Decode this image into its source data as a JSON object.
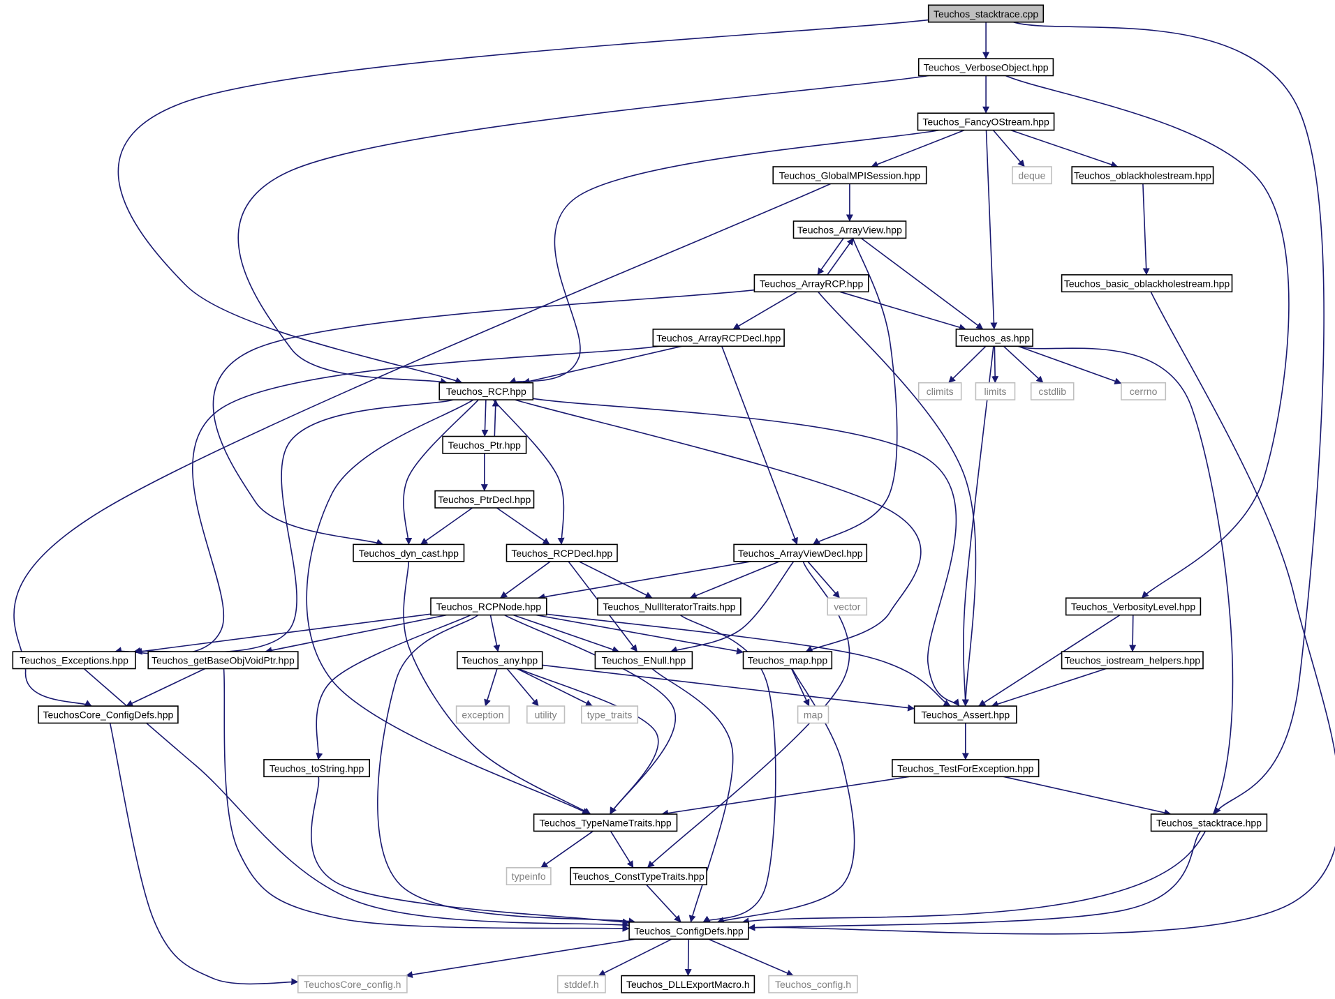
{
  "colors": {
    "edge": "#191970",
    "root_fill": "#bfbfbf",
    "file_fill": "#ffffff",
    "file_border": "#000000",
    "external_border": "#bfbfbf",
    "external_text": "#808080"
  },
  "nodes": [
    {
      "id": "stacktrace_cpp",
      "label": "Teuchos_stacktrace.cpp",
      "kind": "root"
    },
    {
      "id": "verboseobject",
      "label": "Teuchos_VerboseObject.hpp",
      "kind": "file"
    },
    {
      "id": "fancyostream",
      "label": "Teuchos_FancyOStream.hpp",
      "kind": "file"
    },
    {
      "id": "globalmpisession",
      "label": "Teuchos_GlobalMPISession.hpp",
      "kind": "file"
    },
    {
      "id": "deque",
      "label": "deque",
      "kind": "external"
    },
    {
      "id": "oblackholestream",
      "label": "Teuchos_oblackholestream.hpp",
      "kind": "file"
    },
    {
      "id": "arrayview",
      "label": "Teuchos_ArrayView.hpp",
      "kind": "file"
    },
    {
      "id": "arrayrcp",
      "label": "Teuchos_ArrayRCP.hpp",
      "kind": "file"
    },
    {
      "id": "basic_oblackholestream",
      "label": "Teuchos_basic_oblackholestream.hpp",
      "kind": "file"
    },
    {
      "id": "arrayrcpdecl",
      "label": "Teuchos_ArrayRCPDecl.hpp",
      "kind": "file"
    },
    {
      "id": "as",
      "label": "Teuchos_as.hpp",
      "kind": "file"
    },
    {
      "id": "rcp",
      "label": "Teuchos_RCP.hpp",
      "kind": "file"
    },
    {
      "id": "climits",
      "label": "climits",
      "kind": "external"
    },
    {
      "id": "limits",
      "label": "limits",
      "kind": "external"
    },
    {
      "id": "cstdlib",
      "label": "cstdlib",
      "kind": "external"
    },
    {
      "id": "cerrno",
      "label": "cerrno",
      "kind": "external"
    },
    {
      "id": "ptr",
      "label": "Teuchos_Ptr.hpp",
      "kind": "file"
    },
    {
      "id": "ptrdecl",
      "label": "Teuchos_PtrDecl.hpp",
      "kind": "file"
    },
    {
      "id": "dyn_cast",
      "label": "Teuchos_dyn_cast.hpp",
      "kind": "file"
    },
    {
      "id": "rcpdecl",
      "label": "Teuchos_RCPDecl.hpp",
      "kind": "file"
    },
    {
      "id": "arrayviewdecl",
      "label": "Teuchos_ArrayViewDecl.hpp",
      "kind": "file"
    },
    {
      "id": "rcpnode",
      "label": "Teuchos_RCPNode.hpp",
      "kind": "file"
    },
    {
      "id": "nulliteratortraits",
      "label": "Teuchos_NullIteratorTraits.hpp",
      "kind": "file"
    },
    {
      "id": "vector",
      "label": "vector",
      "kind": "external"
    },
    {
      "id": "verbositylevel",
      "label": "Teuchos_VerbosityLevel.hpp",
      "kind": "file"
    },
    {
      "id": "exceptions",
      "label": "Teuchos_Exceptions.hpp",
      "kind": "file"
    },
    {
      "id": "getbaseobjvoidptr",
      "label": "Teuchos_getBaseObjVoidPtr.hpp",
      "kind": "file"
    },
    {
      "id": "any",
      "label": "Teuchos_any.hpp",
      "kind": "file"
    },
    {
      "id": "enull",
      "label": "Teuchos_ENull.hpp",
      "kind": "file"
    },
    {
      "id": "map_hpp",
      "label": "Teuchos_map.hpp",
      "kind": "file"
    },
    {
      "id": "iostream_helpers",
      "label": "Teuchos_iostream_helpers.hpp",
      "kind": "file"
    },
    {
      "id": "core_configdefs",
      "label": "TeuchosCore_ConfigDefs.hpp",
      "kind": "file"
    },
    {
      "id": "exception",
      "label": "exception",
      "kind": "external"
    },
    {
      "id": "utility",
      "label": "utility",
      "kind": "external"
    },
    {
      "id": "type_traits",
      "label": "type_traits",
      "kind": "external"
    },
    {
      "id": "map",
      "label": "map",
      "kind": "external"
    },
    {
      "id": "assert",
      "label": "Teuchos_Assert.hpp",
      "kind": "file"
    },
    {
      "id": "tostring",
      "label": "Teuchos_toString.hpp",
      "kind": "file"
    },
    {
      "id": "testforexception",
      "label": "Teuchos_TestForException.hpp",
      "kind": "file"
    },
    {
      "id": "typenametraits",
      "label": "Teuchos_TypeNameTraits.hpp",
      "kind": "file"
    },
    {
      "id": "stacktrace_hpp",
      "label": "Teuchos_stacktrace.hpp",
      "kind": "file"
    },
    {
      "id": "typeinfo",
      "label": "typeinfo",
      "kind": "external"
    },
    {
      "id": "consttypetraits",
      "label": "Teuchos_ConstTypeTraits.hpp",
      "kind": "file"
    },
    {
      "id": "configdefs",
      "label": "Teuchos_ConfigDefs.hpp",
      "kind": "file"
    },
    {
      "id": "core_config_h",
      "label": "TeuchosCore_config.h",
      "kind": "external"
    },
    {
      "id": "stddef",
      "label": "stddef.h",
      "kind": "external"
    },
    {
      "id": "dllexportmacro",
      "label": "Teuchos_DLLExportMacro.h",
      "kind": "file"
    },
    {
      "id": "config_h",
      "label": "Teuchos_config.h",
      "kind": "external"
    }
  ],
  "edges": [
    [
      "stacktrace_cpp",
      "verboseobject"
    ],
    [
      "stacktrace_cpp",
      "rcp"
    ],
    [
      "stacktrace_cpp",
      "stacktrace_hpp"
    ],
    [
      "verboseobject",
      "fancyostream"
    ],
    [
      "verboseobject",
      "rcp"
    ],
    [
      "verboseobject",
      "verbositylevel"
    ],
    [
      "fancyostream",
      "globalmpisession"
    ],
    [
      "fancyostream",
      "deque"
    ],
    [
      "fancyostream",
      "oblackholestream"
    ],
    [
      "fancyostream",
      "rcp"
    ],
    [
      "fancyostream",
      "as"
    ],
    [
      "globalmpisession",
      "arrayview"
    ],
    [
      "globalmpisession",
      "core_configdefs"
    ],
    [
      "oblackholestream",
      "basic_oblackholestream"
    ],
    [
      "basic_oblackholestream",
      "configdefs"
    ],
    [
      "arrayview",
      "arrayrcp"
    ],
    [
      "arrayrcp",
      "arrayview"
    ],
    [
      "arrayview",
      "as"
    ],
    [
      "arrayview",
      "arrayviewdecl"
    ],
    [
      "arrayrcp",
      "arrayrcpdecl"
    ],
    [
      "arrayrcp",
      "as"
    ],
    [
      "arrayrcp",
      "dyn_cast"
    ],
    [
      "arrayrcp",
      "assert"
    ],
    [
      "arrayrcpdecl",
      "rcp"
    ],
    [
      "arrayrcpdecl",
      "arrayviewdecl"
    ],
    [
      "arrayrcpdecl",
      "exceptions"
    ],
    [
      "as",
      "climits"
    ],
    [
      "as",
      "limits"
    ],
    [
      "as",
      "cstdlib"
    ],
    [
      "as",
      "cerrno"
    ],
    [
      "as",
      "assert"
    ],
    [
      "as",
      "configdefs"
    ],
    [
      "rcp",
      "ptr"
    ],
    [
      "ptr",
      "rcp"
    ],
    [
      "rcp",
      "dyn_cast"
    ],
    [
      "rcp",
      "rcpdecl"
    ],
    [
      "rcp",
      "exceptions"
    ],
    [
      "rcp",
      "typenametraits"
    ],
    [
      "rcp",
      "map_hpp"
    ],
    [
      "rcp",
      "assert"
    ],
    [
      "ptr",
      "ptrdecl"
    ],
    [
      "ptrdecl",
      "dyn_cast"
    ],
    [
      "ptrdecl",
      "rcpdecl"
    ],
    [
      "dyn_cast",
      "typenametraits"
    ],
    [
      "rcpdecl",
      "rcpnode"
    ],
    [
      "rcpdecl",
      "enull"
    ],
    [
      "rcpdecl",
      "nulliteratortraits"
    ],
    [
      "arrayviewdecl",
      "rcpnode"
    ],
    [
      "arrayviewdecl",
      "nulliteratortraits"
    ],
    [
      "arrayviewdecl",
      "vector"
    ],
    [
      "arrayviewdecl",
      "enull"
    ],
    [
      "arrayviewdecl",
      "consttypetraits"
    ],
    [
      "rcpnode",
      "exceptions"
    ],
    [
      "rcpnode",
      "getbaseobjvoidptr"
    ],
    [
      "rcpnode",
      "any"
    ],
    [
      "rcpnode",
      "enull"
    ],
    [
      "rcpnode",
      "map_hpp"
    ],
    [
      "rcpnode",
      "assert"
    ],
    [
      "rcpnode",
      "tostring"
    ],
    [
      "rcpnode",
      "typenametraits"
    ],
    [
      "rcpnode",
      "configdefs"
    ],
    [
      "nulliteratortraits",
      "configdefs"
    ],
    [
      "verbositylevel",
      "iostream_helpers"
    ],
    [
      "verbositylevel",
      "assert"
    ],
    [
      "iostream_helpers",
      "assert"
    ],
    [
      "exceptions",
      "configdefs"
    ],
    [
      "getbaseobjvoidptr",
      "core_configdefs"
    ],
    [
      "getbaseobjvoidptr",
      "configdefs"
    ],
    [
      "any",
      "exception"
    ],
    [
      "any",
      "utility"
    ],
    [
      "any",
      "type_traits"
    ],
    [
      "any",
      "typenametraits"
    ],
    [
      "any",
      "assert"
    ],
    [
      "enull",
      "configdefs"
    ],
    [
      "map_hpp",
      "map"
    ],
    [
      "map_hpp",
      "configdefs"
    ],
    [
      "core_configdefs",
      "core_config_h"
    ],
    [
      "assert",
      "testforexception"
    ],
    [
      "testforexception",
      "typenametraits"
    ],
    [
      "testforexception",
      "stacktrace_hpp"
    ],
    [
      "tostring",
      "configdefs"
    ],
    [
      "typenametraits",
      "typeinfo"
    ],
    [
      "typenametraits",
      "consttypetraits"
    ],
    [
      "stacktrace_hpp",
      "configdefs"
    ],
    [
      "consttypetraits",
      "configdefs"
    ],
    [
      "configdefs",
      "core_config_h"
    ],
    [
      "configdefs",
      "stddef"
    ],
    [
      "configdefs",
      "dllexportmacro"
    ],
    [
      "configdefs",
      "config_h"
    ]
  ]
}
